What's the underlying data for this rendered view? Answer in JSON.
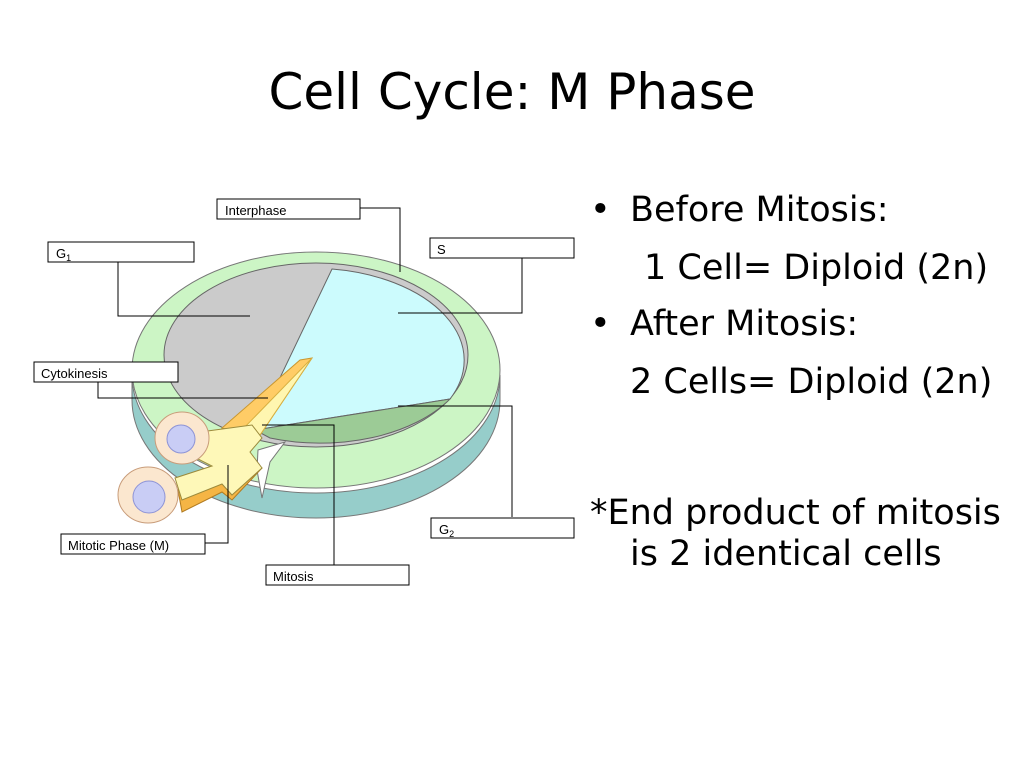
{
  "slide": {
    "title": "Cell Cycle: M Phase"
  },
  "diagram": {
    "labels": {
      "interphase": "Interphase",
      "g1": "G",
      "g1_sub": "1",
      "s": "S",
      "cytokinesis": "Cytokinesis",
      "g2": "G",
      "g2_sub": "2",
      "mitotic_phase": "Mitotic Phase (M)",
      "mitosis": "Mitosis"
    },
    "colors": {
      "ring": "#ccf5c5",
      "ring_side": "#96cdca",
      "g1": "#cbcbcb",
      "s": "#ccfbfd",
      "g2": "#9ccb96",
      "mitotic_wedge": "#ffcc66",
      "arrow": "#fef8b8"
    }
  },
  "bullets": {
    "items": [
      {
        "text": "Before Mitosis:",
        "sub": "1 Cell= Diploid (2n)"
      },
      {
        "text": "After Mitosis:",
        "sub": "2 Cells= Diploid (2n)"
      }
    ],
    "bullet_char": "•",
    "note": "*End product of mitosis is 2 identical cells"
  }
}
